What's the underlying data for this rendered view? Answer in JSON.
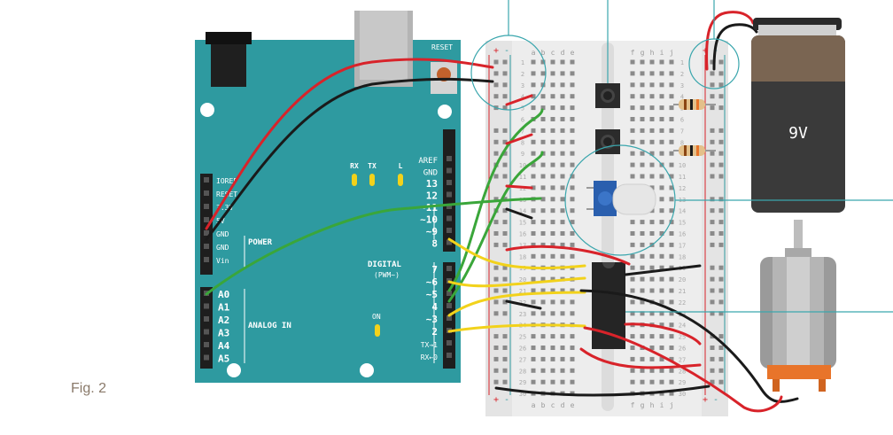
{
  "figure_label": "Fig. 2",
  "battery_label": "9V",
  "arduino": {
    "reset_label": "RESET",
    "left_pins": [
      "IOREF",
      "RESET",
      "3.3V",
      "5V",
      "GND",
      "GND",
      "Vin"
    ],
    "power_label": "POWER",
    "analog_pins": [
      "A0",
      "A1",
      "A2",
      "A3",
      "A4",
      "A5"
    ],
    "analog_label": "ANALOG IN",
    "right_top": [
      "AREF",
      "GND",
      "13",
      "12",
      "~11",
      "~10",
      "~9",
      "8"
    ],
    "right_bottom": [
      "7",
      "~6",
      "~5",
      "4",
      "~3",
      "2",
      "TX→1",
      "RX←0"
    ],
    "digital_label": "DIGITAL",
    "pwm_label": "(PWM~)",
    "leds": [
      "RX",
      "TX",
      "L"
    ],
    "on_label": "ON"
  },
  "breadboard": {
    "cols_left": [
      "a",
      "b",
      "c",
      "d",
      "e"
    ],
    "cols_right": [
      "f",
      "g",
      "h",
      "i",
      "j"
    ],
    "rows": [
      "1",
      "2",
      "3",
      "4",
      "5",
      "6",
      "7",
      "8",
      "9",
      "10",
      "11",
      "12",
      "13",
      "14",
      "15",
      "16",
      "17",
      "18",
      "19",
      "20",
      "21",
      "22",
      "23",
      "24",
      "25",
      "26",
      "27",
      "28",
      "29",
      "30"
    ],
    "plus": "+",
    "minus": "-"
  },
  "colors": {
    "arduino": "#2e9aa0",
    "wire_red": "#d8232a",
    "wire_black": "#1a1a1a",
    "wire_green": "#3aa63a",
    "wire_yellow": "#f2d21b",
    "callout": "#3aa6ad",
    "motor_body": "#9a9a9a",
    "motor_mount": "#e8742a"
  }
}
